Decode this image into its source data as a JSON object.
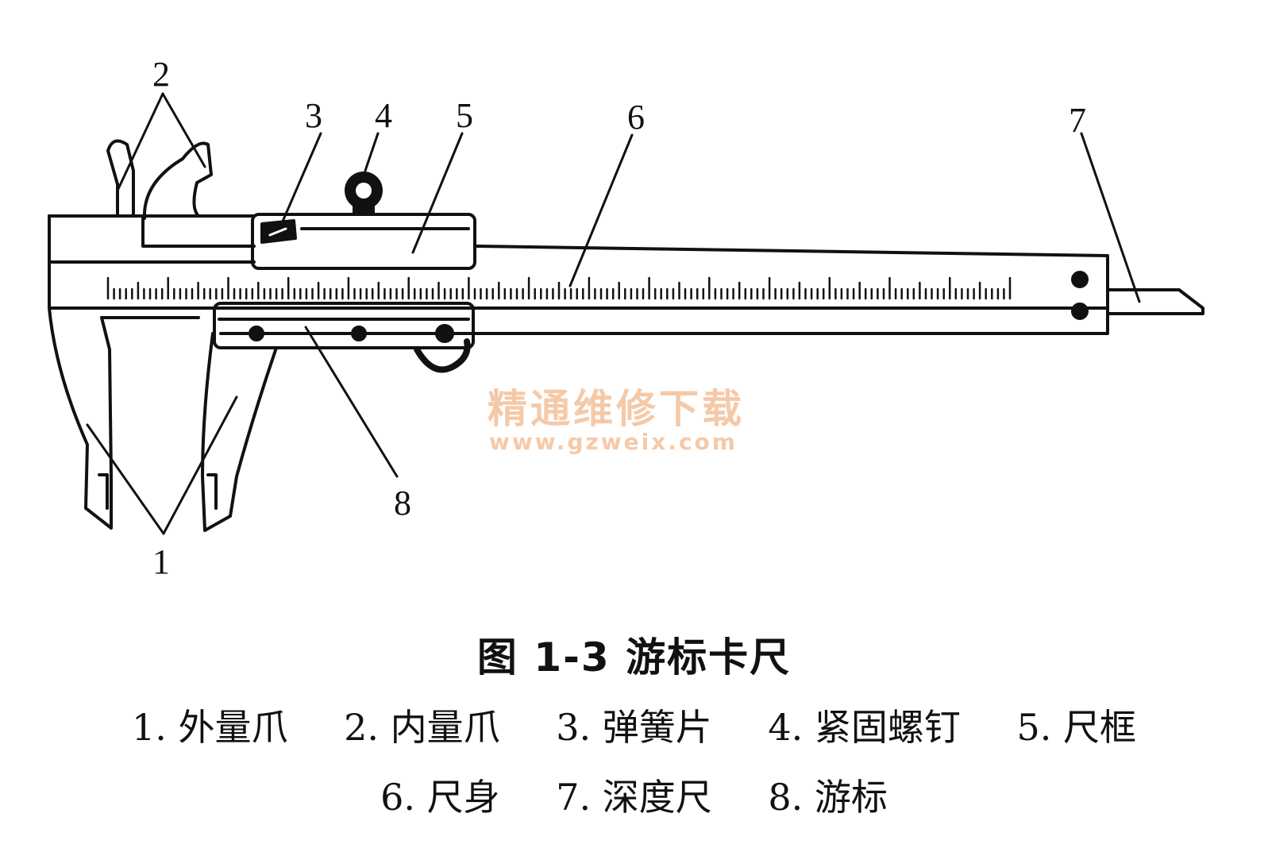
{
  "diagram": {
    "part_labels": [
      "1",
      "2",
      "3",
      "4",
      "5",
      "6",
      "7",
      "8"
    ],
    "watermark": {
      "text_cn": "精通维修下载",
      "text_url": "www.gzweix.com"
    }
  },
  "caption": "图 1-3    游标卡尺",
  "legend": {
    "row1": [
      "1. 外量爪",
      "2. 内量爪",
      "3. 弹簧片",
      "4. 紧固螺钉",
      "5. 尺框"
    ],
    "row2": [
      "6. 尺身",
      "7. 深度尺",
      "8. 游标"
    ]
  }
}
